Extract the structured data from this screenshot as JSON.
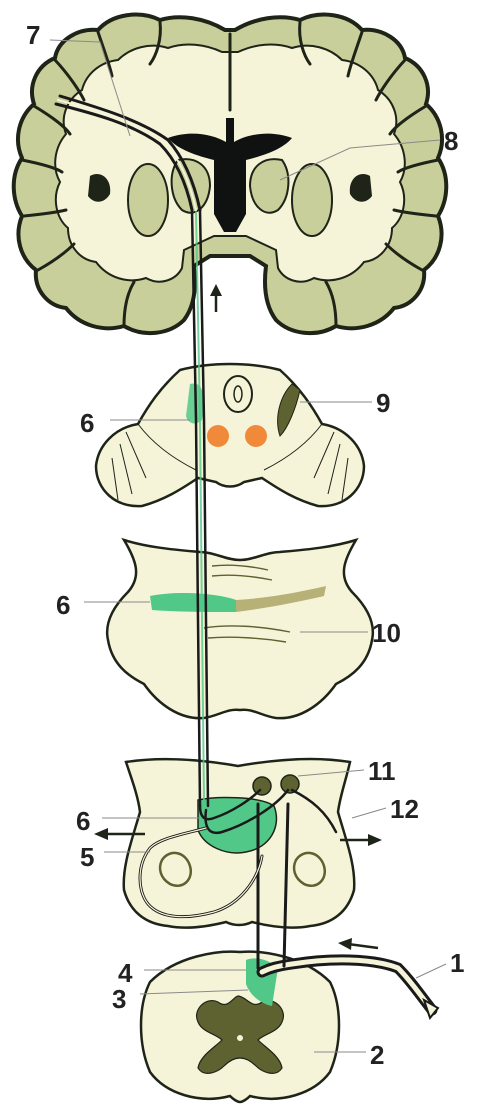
{
  "labels": {
    "l1": "1",
    "l2": "2",
    "l3": "3",
    "l4": "4",
    "l5": "5",
    "l6a": "6",
    "l6b": "6",
    "l6c": "6",
    "l7": "7",
    "l8": "8",
    "l9": "9",
    "l10": "10",
    "l11": "11",
    "l12": "12"
  },
  "colors": {
    "tissue": "#f6f4d8",
    "cortex": "#c9cf9a",
    "outline": "#1e2418",
    "dark_nucleus": "#5e6130",
    "pathway_green": "#52c888",
    "red_nucleus": "#f08a3a",
    "fiber": "#1a1a1a"
  }
}
